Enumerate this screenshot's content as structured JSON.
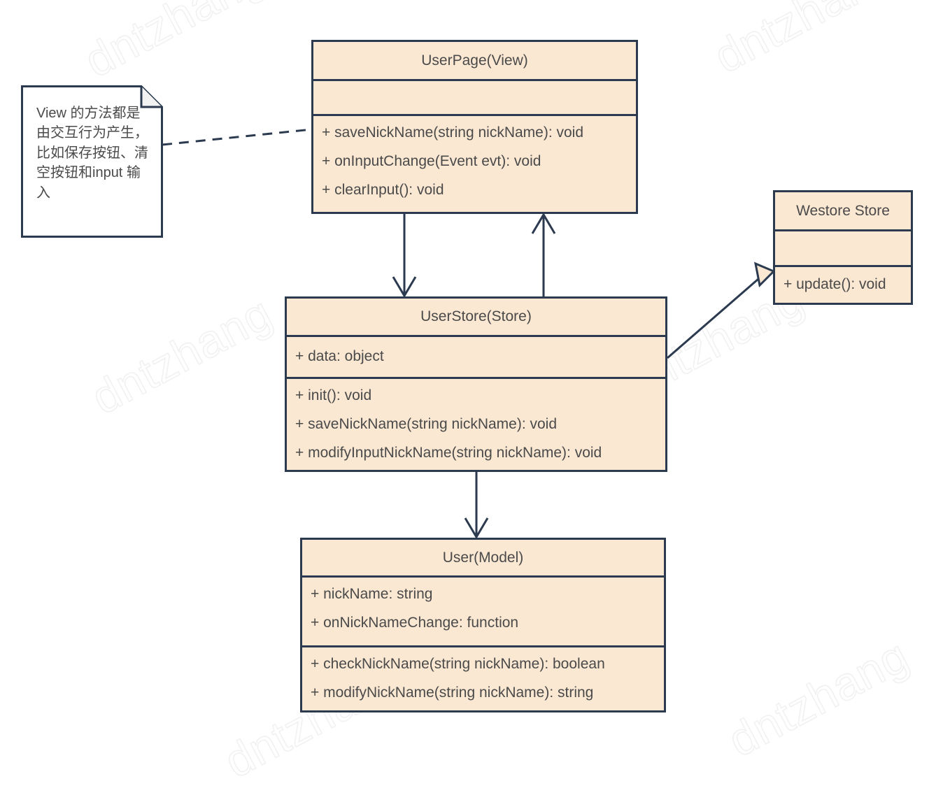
{
  "diagram": {
    "title": "UML class diagram",
    "background_color": "#ffffff",
    "class_fill_color": "#fbe8d3",
    "class_border_color": "#2b3a4f",
    "text_color": "#4a4a4a",
    "watermark_text": "dntzhang"
  },
  "note": {
    "text": "View 的方法都是由交互行为产生，比如保存按钮、清空按钮和input 输入",
    "fill_color": "#ffffff",
    "border_color": "#2b3a4f"
  },
  "classes": [
    {
      "id": "userpage",
      "name": "UserPage(View)",
      "attributes": [],
      "methods": [
        "+ saveNickName(string nickName): void",
        "+ onInputChange(Event evt): void",
        "+ clearInput(): void"
      ]
    },
    {
      "id": "userstore",
      "name": "UserStore(Store)",
      "attributes": [
        "+ data: object"
      ],
      "methods": [
        "+ init(): void",
        "+ saveNickName(string nickName): void",
        "+ modifyInputNickName(string nickName): void"
      ]
    },
    {
      "id": "user",
      "name": "User(Model)",
      "attributes": [
        "+ nickName: string",
        "+ onNickNameChange: function"
      ],
      "methods": [
        "+ checkNickName(string nickName): boolean",
        "+ modifyNickName(string nickName): string"
      ]
    },
    {
      "id": "westore",
      "name": "Westore Store",
      "attributes": [],
      "methods": [
        "+ update(): void"
      ]
    }
  ],
  "connectors": [
    {
      "id": "note-to-userpage",
      "from": "note",
      "to": "userpage",
      "style": "dashed",
      "arrow": "none"
    },
    {
      "id": "userpage-to-userstore",
      "from": "userpage",
      "to": "userstore",
      "style": "solid",
      "arrow": "open"
    },
    {
      "id": "userstore-to-userpage",
      "from": "userstore",
      "to": "userpage",
      "style": "solid",
      "arrow": "open"
    },
    {
      "id": "userstore-to-user",
      "from": "userstore",
      "to": "user",
      "style": "solid",
      "arrow": "open"
    },
    {
      "id": "userstore-to-westore",
      "from": "userstore",
      "to": "westore",
      "style": "solid",
      "arrow": "generalization"
    }
  ]
}
